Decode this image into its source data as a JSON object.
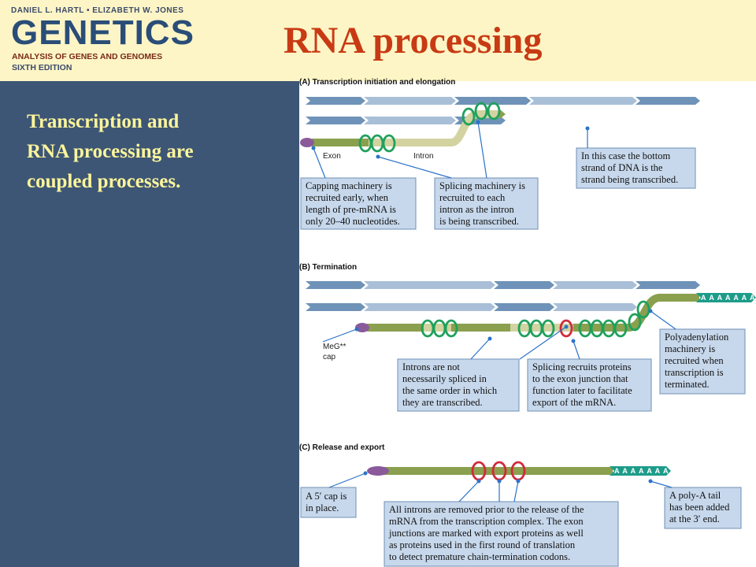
{
  "header": {
    "authors": "DANIEL L. HARTL • ELIZABETH W. JONES",
    "book_title": "GENETICS",
    "book_subtitle": "ANALYSIS OF GENES AND GENOMES",
    "edition": "SIXTH EDITION",
    "slide_title": "RNA processing"
  },
  "side_text": "Transcription and RNA processing are coupled processes.",
  "colors": {
    "title": "#c83a14",
    "panel": "#3d5675",
    "side_text": "#fdf59b",
    "header_bg": "#fdf5c5"
  },
  "diagram": {
    "section_a": {
      "title": "(A) Transcription initiation and elongation",
      "labels": {
        "exon": "Exon",
        "intron": "Intron"
      },
      "boxes": [
        {
          "lines": [
            "Capping machinery is",
            "recruited early, when",
            "length of pre-mRNA is",
            "only 20–40 nucleotides."
          ]
        },
        {
          "lines": [
            "Splicing machinery is",
            "recruited to each",
            "intron as the intron",
            "is being transcribed."
          ]
        },
        {
          "lines": [
            "In this case the bottom",
            "strand of DNA is the",
            "strand being transcribed."
          ]
        }
      ]
    },
    "section_b": {
      "title": "(B) Termination",
      "polya": "A A A A A A A",
      "cap_label": [
        "MeG**",
        "cap"
      ],
      "boxes": [
        {
          "lines": [
            "Introns are not",
            "necessarily spliced in",
            "the same order in which",
            "they are transcribed."
          ]
        },
        {
          "lines": [
            "Splicing recruits proteins",
            "to the exon junction that",
            "function later to facilitate",
            "export of the mRNA."
          ]
        },
        {
          "lines": [
            "Polyadenylation",
            "machinery is",
            "recruited when",
            "transcription is",
            "terminated."
          ]
        }
      ]
    },
    "section_c": {
      "title": "(C) Release and export",
      "polya": "A A A A A A A",
      "boxes": [
        {
          "lines": [
            "A 5′ cap is",
            "in place."
          ]
        },
        {
          "lines": [
            "All introns are removed prior to the release of the",
            "mRNA from the transcription complex. The exon",
            "junctions are marked with export proteins as well",
            "as proteins used in the first round of translation",
            "to detect premature chain-termination codons."
          ]
        },
        {
          "lines": [
            "A poly-A tail",
            "has been added",
            "at the 3′ end."
          ]
        }
      ]
    }
  }
}
